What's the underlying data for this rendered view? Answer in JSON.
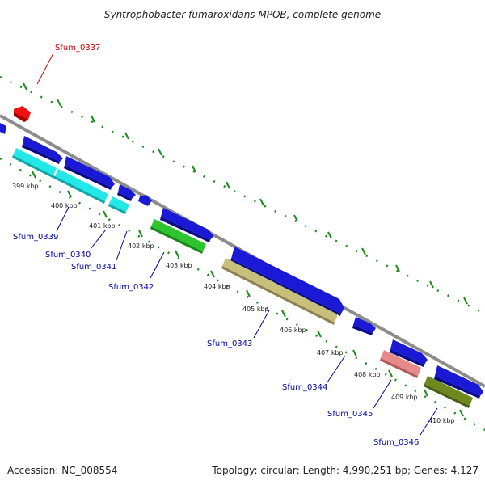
{
  "title": "Syntrophobacter fumaroxidans MPOB, complete genome",
  "footer": {
    "accession": "Accession: NC_008554",
    "summary": "Topology: circular; Length: 4,990,251 bp; Genes: 4,127"
  },
  "kbp_ticks": [
    "399 kbp",
    "400 kbp",
    "401 kbp",
    "402 kbp",
    "403 kbp",
    "404 kbp",
    "405 kbp",
    "406 kbp",
    "407 kbp",
    "408 kbp",
    "409 kbp",
    "410 kbp"
  ],
  "gene_labels": [
    {
      "text": "Sfum_0337",
      "color": "#cc0000"
    },
    {
      "text": "Sfum_0339",
      "color": "#0000aa"
    },
    {
      "text": "Sfum_0340",
      "color": "#0000aa"
    },
    {
      "text": "Sfum_0341",
      "color": "#0000aa"
    },
    {
      "text": "Sfum_0342",
      "color": "#0000aa"
    },
    {
      "text": "Sfum_0343",
      "color": "#0000aa"
    },
    {
      "text": "Sfum_0344",
      "color": "#0000aa"
    },
    {
      "text": "Sfum_0345",
      "color": "#0000aa"
    },
    {
      "text": "Sfum_0346",
      "color": "#0000aa"
    }
  ],
  "colors": {
    "backbone": "#8c8c8c",
    "dots": "#1d8a1d",
    "cds_blue": "#1a1ad6",
    "cyan": "#22e8e8",
    "green": "#2ec42e",
    "khaki": "#c8c07a",
    "pink": "#e88a8a",
    "olive": "#6e8a1e",
    "red": "#ee1111"
  }
}
